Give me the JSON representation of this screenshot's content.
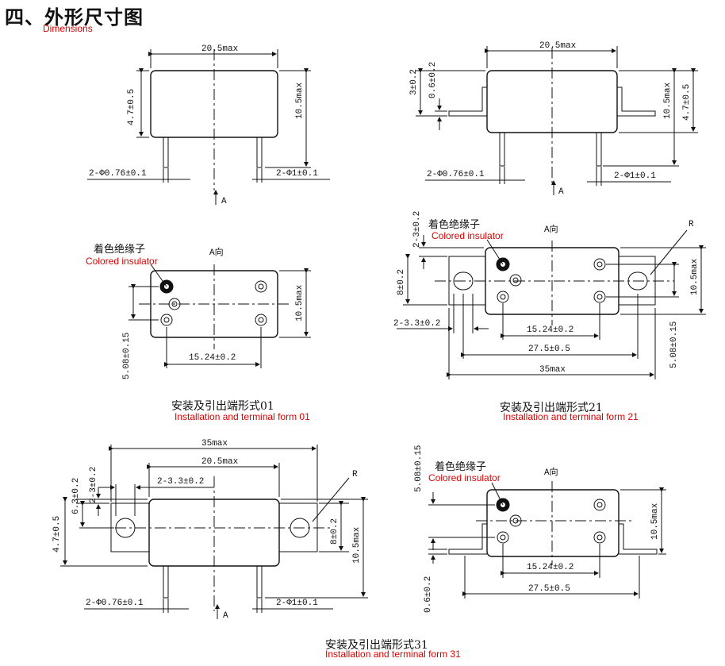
{
  "header": {
    "title": "四、外形尺寸图",
    "subtitle": "Dimensions"
  },
  "insulator": {
    "cn": "着色绝缘子",
    "en": "Colored insulator"
  },
  "captions": {
    "form01_cn": "安装及引出端形式01",
    "form01_en": "Installation and terminal form 01",
    "form21_cn": "安装及引出端形式21",
    "form21_en": "Installation and terminal form 21",
    "form31_cn": "安装及引出端形式31",
    "form31_en": "Installation and terminal form 31"
  },
  "dims": {
    "w205": "20.5max",
    "w35": "35max",
    "h47": "4.7±0.5",
    "h105": "10.5max",
    "pin076": "2-Φ0.76±0.1",
    "pin1": "2-Φ1±0.1",
    "arrow_a": "A",
    "view_a": "A向",
    "d1524": "15.24±0.2",
    "d508": "5.08±0.15",
    "d275": "27.5±0.5",
    "d33": "2-3.3±0.2",
    "d3": "3±0.2",
    "d06": "0.6±0.2",
    "d23": "2-3±0.2",
    "d8": "8±0.2",
    "d63": "6.3±0.2",
    "r": "R"
  }
}
